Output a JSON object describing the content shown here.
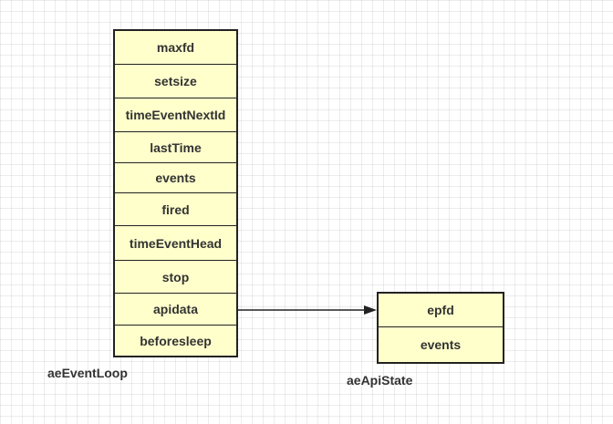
{
  "ae_event_loop": {
    "caption": "aeEventLoop",
    "fields": [
      "maxfd",
      "setsize",
      "timeEventNextId",
      "lastTime",
      "events",
      "fired",
      "timeEventHead",
      "stop",
      "apidata",
      "beforesleep"
    ]
  },
  "ae_api_state": {
    "caption": "aeApiState",
    "fields": [
      "epfd",
      "events"
    ]
  },
  "colors": {
    "box_fill": "#ffffcc",
    "box_border": "#222222",
    "text": "#333333"
  }
}
